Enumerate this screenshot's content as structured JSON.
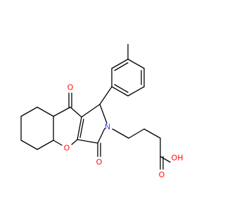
{
  "colors": {
    "bond": "#000000",
    "oxygen": "#ff0d0d",
    "nitrogen": "#3050f8",
    "background": "#ffffff"
  },
  "atoms": {
    "ketone_o": "O",
    "lactam_o": "O",
    "ring_o": "O",
    "nitrogen": "N",
    "acid_o": "O",
    "acid_oh": "OH"
  }
}
